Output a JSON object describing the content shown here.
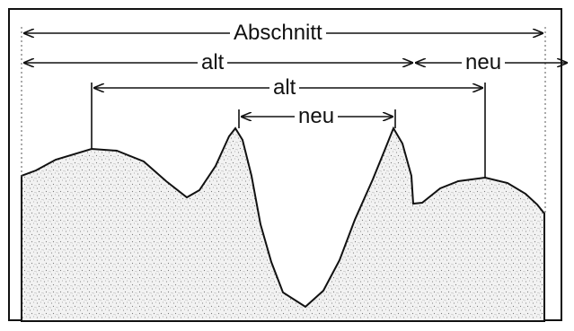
{
  "diagram": {
    "labels": {
      "abschnitt": "Abschnitt",
      "alt_top": "alt",
      "neu_right": "neu",
      "alt_mid": "alt",
      "neu_mid": "neu"
    }
  }
}
